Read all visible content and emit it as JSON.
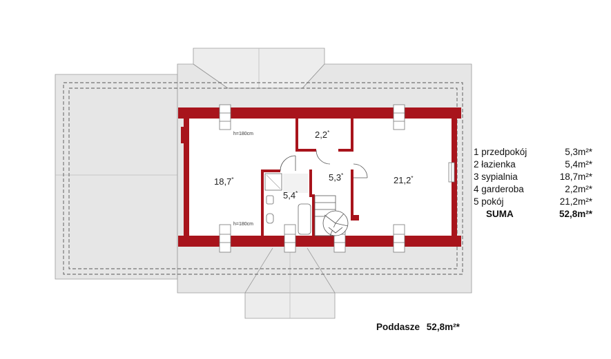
{
  "plan": {
    "rooms": [
      {
        "area": "18,7",
        "mark": "*"
      },
      {
        "area": "2,2",
        "mark": "*"
      },
      {
        "area": "5,3",
        "mark": "*"
      },
      {
        "area": "21,2",
        "mark": "*"
      },
      {
        "area": "5,4",
        "mark": "*"
      }
    ],
    "height_notes": [
      "h=180cm",
      "h=180cm"
    ]
  },
  "legend": {
    "items": [
      {
        "name": "1 przedpokój",
        "value": "5,3m²*"
      },
      {
        "name": "2 łazienka",
        "value": "5,4m²*"
      },
      {
        "name": "3 sypialnia",
        "value": "18,7m²*"
      },
      {
        "name": "4 garderoba",
        "value": "2,2m²*"
      },
      {
        "name": "5 pokój",
        "value": "21,2m²*"
      }
    ],
    "total": {
      "name": "SUMA",
      "value": "52,8m²*"
    }
  },
  "footer": {
    "label": "Poddasze",
    "value": "52,8m²*"
  },
  "colors": {
    "wall": "#a8141c",
    "roof": "#e6e6e6",
    "roof_edge": "#9a9a9a",
    "dash": "#555555"
  }
}
